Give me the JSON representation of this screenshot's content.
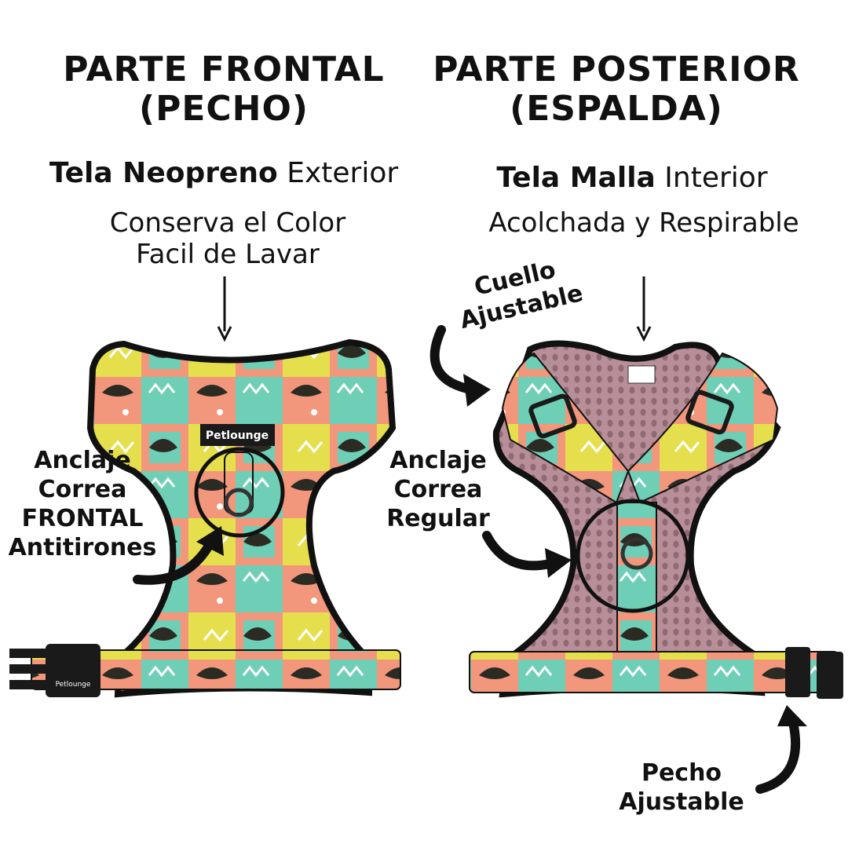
{
  "front": {
    "title_line1": "PARTE FRONTAL",
    "title_line2": "(PECHO)",
    "fabric_bold": "Tela Neopreno",
    "fabric_rest": "Exterior",
    "desc_line1": "Conserva el Color",
    "desc_line2": "Facil de Lavar",
    "callout": [
      "Anclaje",
      "Correa",
      "FRONTAL",
      "Antitirones"
    ],
    "label_brand": "Petlounge",
    "buckle_brand": "Petlounge"
  },
  "back": {
    "title_line1": "PARTE POSTERIOR",
    "title_line2": "(ESPALDA)",
    "fabric_bold": "Tela Malla",
    "fabric_rest": "Interior",
    "desc_line1": "Acolchada y Respirable",
    "callout_neck": [
      "Cuello",
      "Ajustable"
    ],
    "callout_anchor": [
      "Anclaje",
      "Correa",
      "Regular"
    ],
    "callout_chest": [
      "Pecho",
      "Ajustable"
    ]
  },
  "colors": {
    "coral": "#f2967c",
    "mint": "#6fcfb6",
    "yellow": "#e6df4d",
    "dark": "#2b2b24",
    "mesh": "#b88f98",
    "outline": "#111111"
  },
  "icons": {
    "arrow_front": "down-arrow-icon",
    "arrow_back": "down-arrow-icon",
    "curved_arrows": "curved-arrow-icon"
  }
}
